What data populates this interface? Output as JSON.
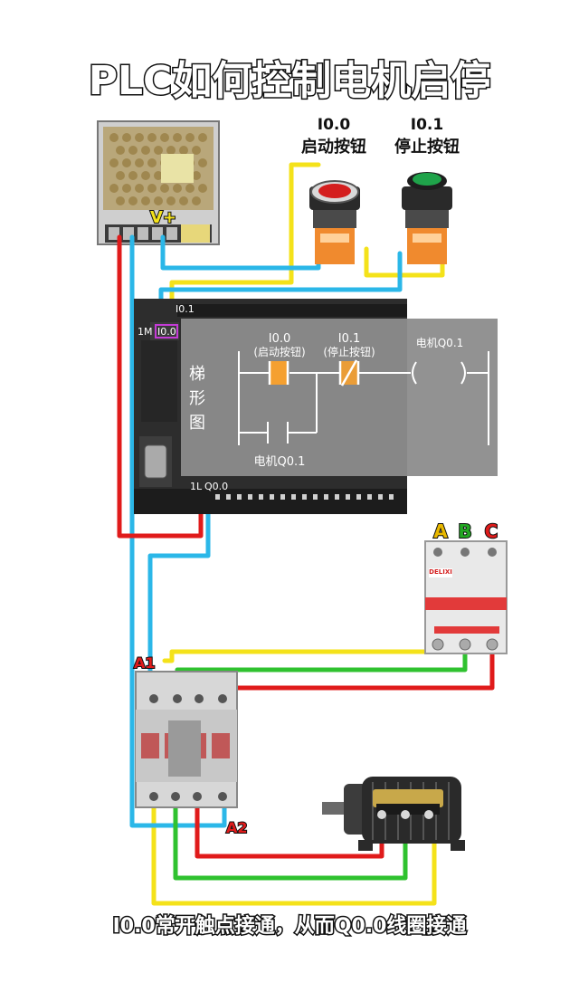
{
  "title": "PLC如何控制电机启停",
  "buttons": {
    "start": {
      "address": "I0.0",
      "name": "启动按钮"
    },
    "stop": {
      "address": "I0.1",
      "name": "停止按钮"
    }
  },
  "power_supply": {
    "label": "V+"
  },
  "plc": {
    "terminal_1m": "1M",
    "terminal_i00": "I0.0",
    "terminal_i01": "I0.1",
    "terminal_1l": "1L",
    "terminal_q00": "Q0.0"
  },
  "ladder": {
    "side_label": [
      "梯",
      "形",
      "图"
    ],
    "contact1_address": "I0.0",
    "contact1_name": "(启动按钮)",
    "contact2_address": "I0.1",
    "contact2_name": "(停止按钮)",
    "coil_label": "电机Q0.1",
    "latch_label": "电机Q0.1"
  },
  "breaker": {
    "phase_a": "A",
    "phase_b": "B",
    "phase_c": "C",
    "brand": "DELIXI"
  },
  "contactor": {
    "a1": "A1",
    "a2": "A2"
  },
  "caption": "I0.0常开触点接通，从而Q0.0线圈接通",
  "colors": {
    "red_wire": "#e01b1b",
    "blue_wire": "#2bb7e8",
    "yellow_wire": "#f4e21a",
    "green_wire": "#2fc22f",
    "phase_a": "#e8b800",
    "phase_b": "#22a822",
    "phase_c": "#e01b1b",
    "ladder_panel": "#8c8c8c",
    "contact_highlight": "#f5a030"
  }
}
